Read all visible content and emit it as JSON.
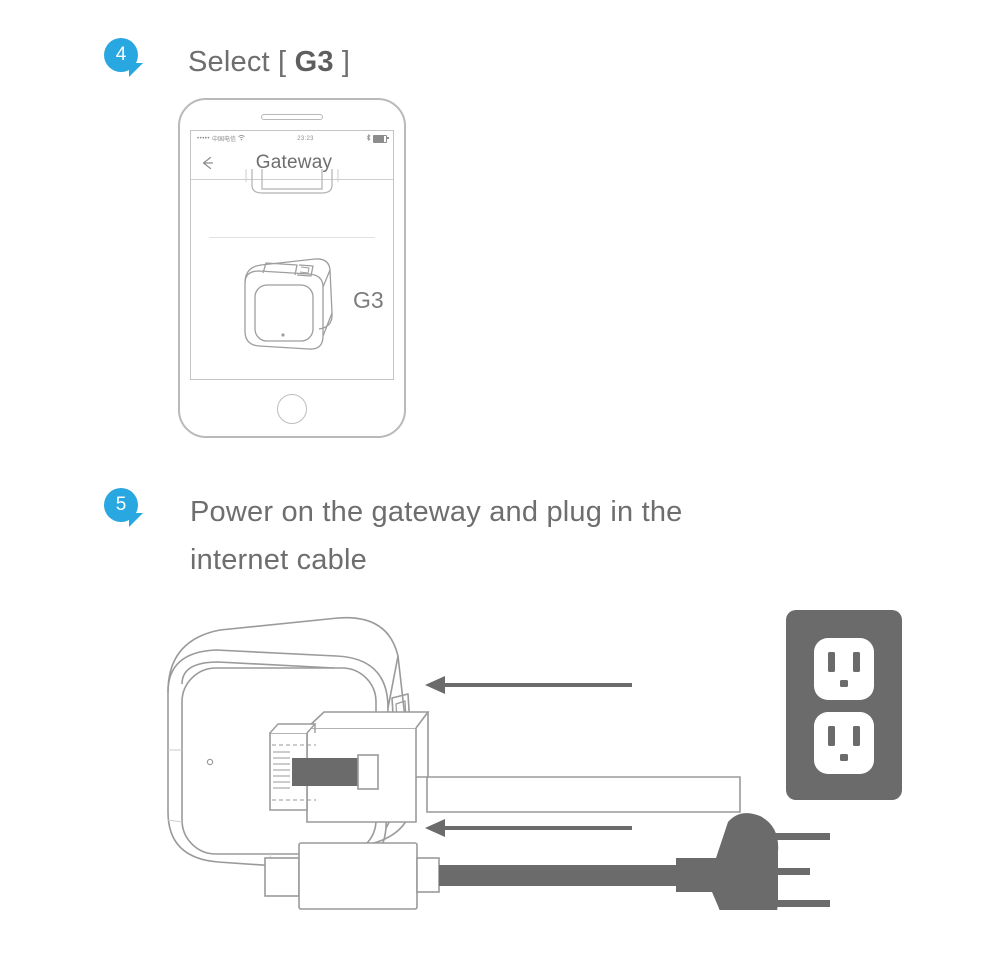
{
  "document": {
    "title": "Gateway Setup Instructions",
    "text_color": "#6e6e6e",
    "accent_color": "#29a7e1",
    "line_color": "#b9b9b9"
  },
  "steps": [
    {
      "number": "4",
      "text_prefix": "Select [ ",
      "text_emph": "G3",
      "text_suffix": " ]",
      "full_text": "Select [ G3 ]"
    },
    {
      "number": "5",
      "line1": "Power on the gateway and plug in the",
      "line2": "internet cable",
      "full_text": "Power on the gateway and plug in the internet cable"
    }
  ],
  "phone": {
    "status_bar": {
      "signal_dots": "•••••",
      "carrier": "中国电信",
      "wifi_icon": "wifi-icon",
      "time": "23:23",
      "bluetooth_icon": "bluetooth-icon",
      "battery_icon": "battery-icon"
    },
    "nav": {
      "back_icon": "arrow-left-icon",
      "title": "Gateway"
    },
    "list": {
      "device_icon": "gateway-device-icon",
      "device_name": "G3"
    },
    "home_button": "home-button"
  },
  "diagram": {
    "gateway_label": "gateway-device",
    "ethernet_connector": "rj45-ethernet-connector",
    "power_connector": "usb-power-connector",
    "ac_plug": "ac-power-plug",
    "wall_outlet": "duplex-wall-outlet",
    "arrow_top": "arrow-left-ethernet",
    "arrow_bottom": "arrow-left-power",
    "outlet_color": "#6b6b6b",
    "cable_color": "#6b6b6b",
    "outline_color": "#9a9a9a"
  }
}
